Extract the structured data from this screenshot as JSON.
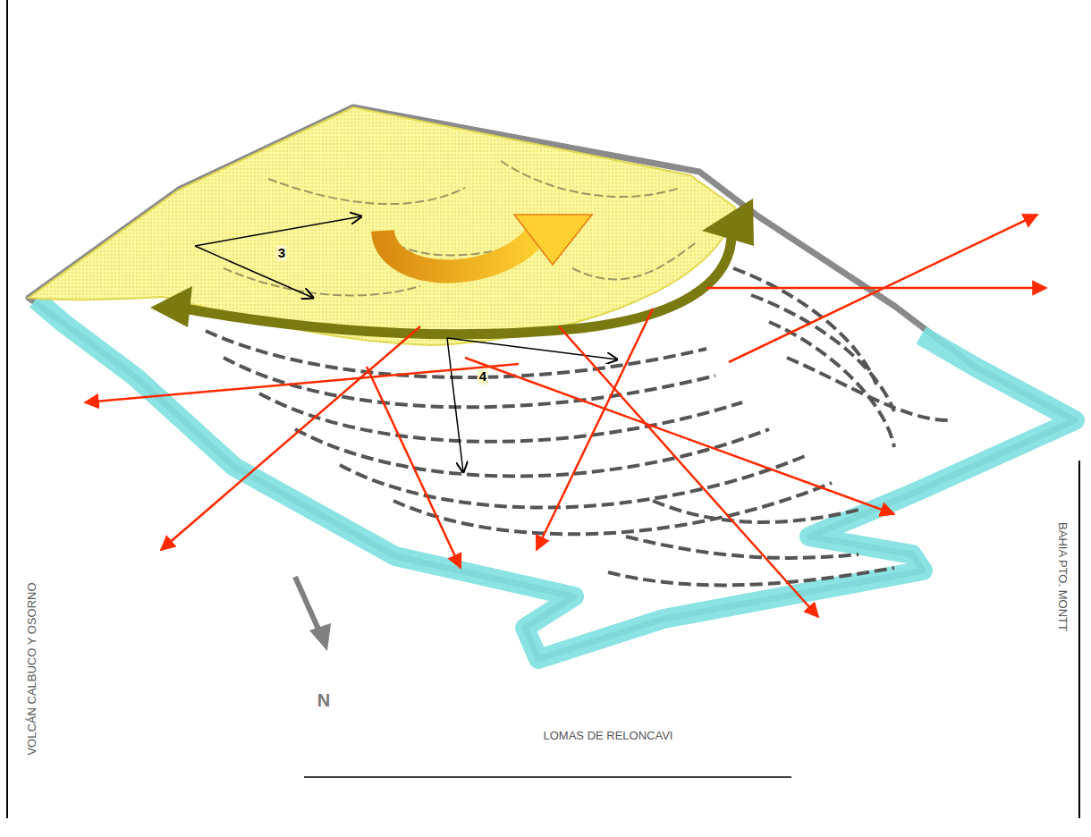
{
  "diagram": {
    "labels": [
      "3",
      "4",
      "VOLCÁN CALBUCO Y OSORNO",
      "BAHIA PTO. MONTT",
      "LOMAS DE RELONCAVI",
      "N"
    ]
  }
}
